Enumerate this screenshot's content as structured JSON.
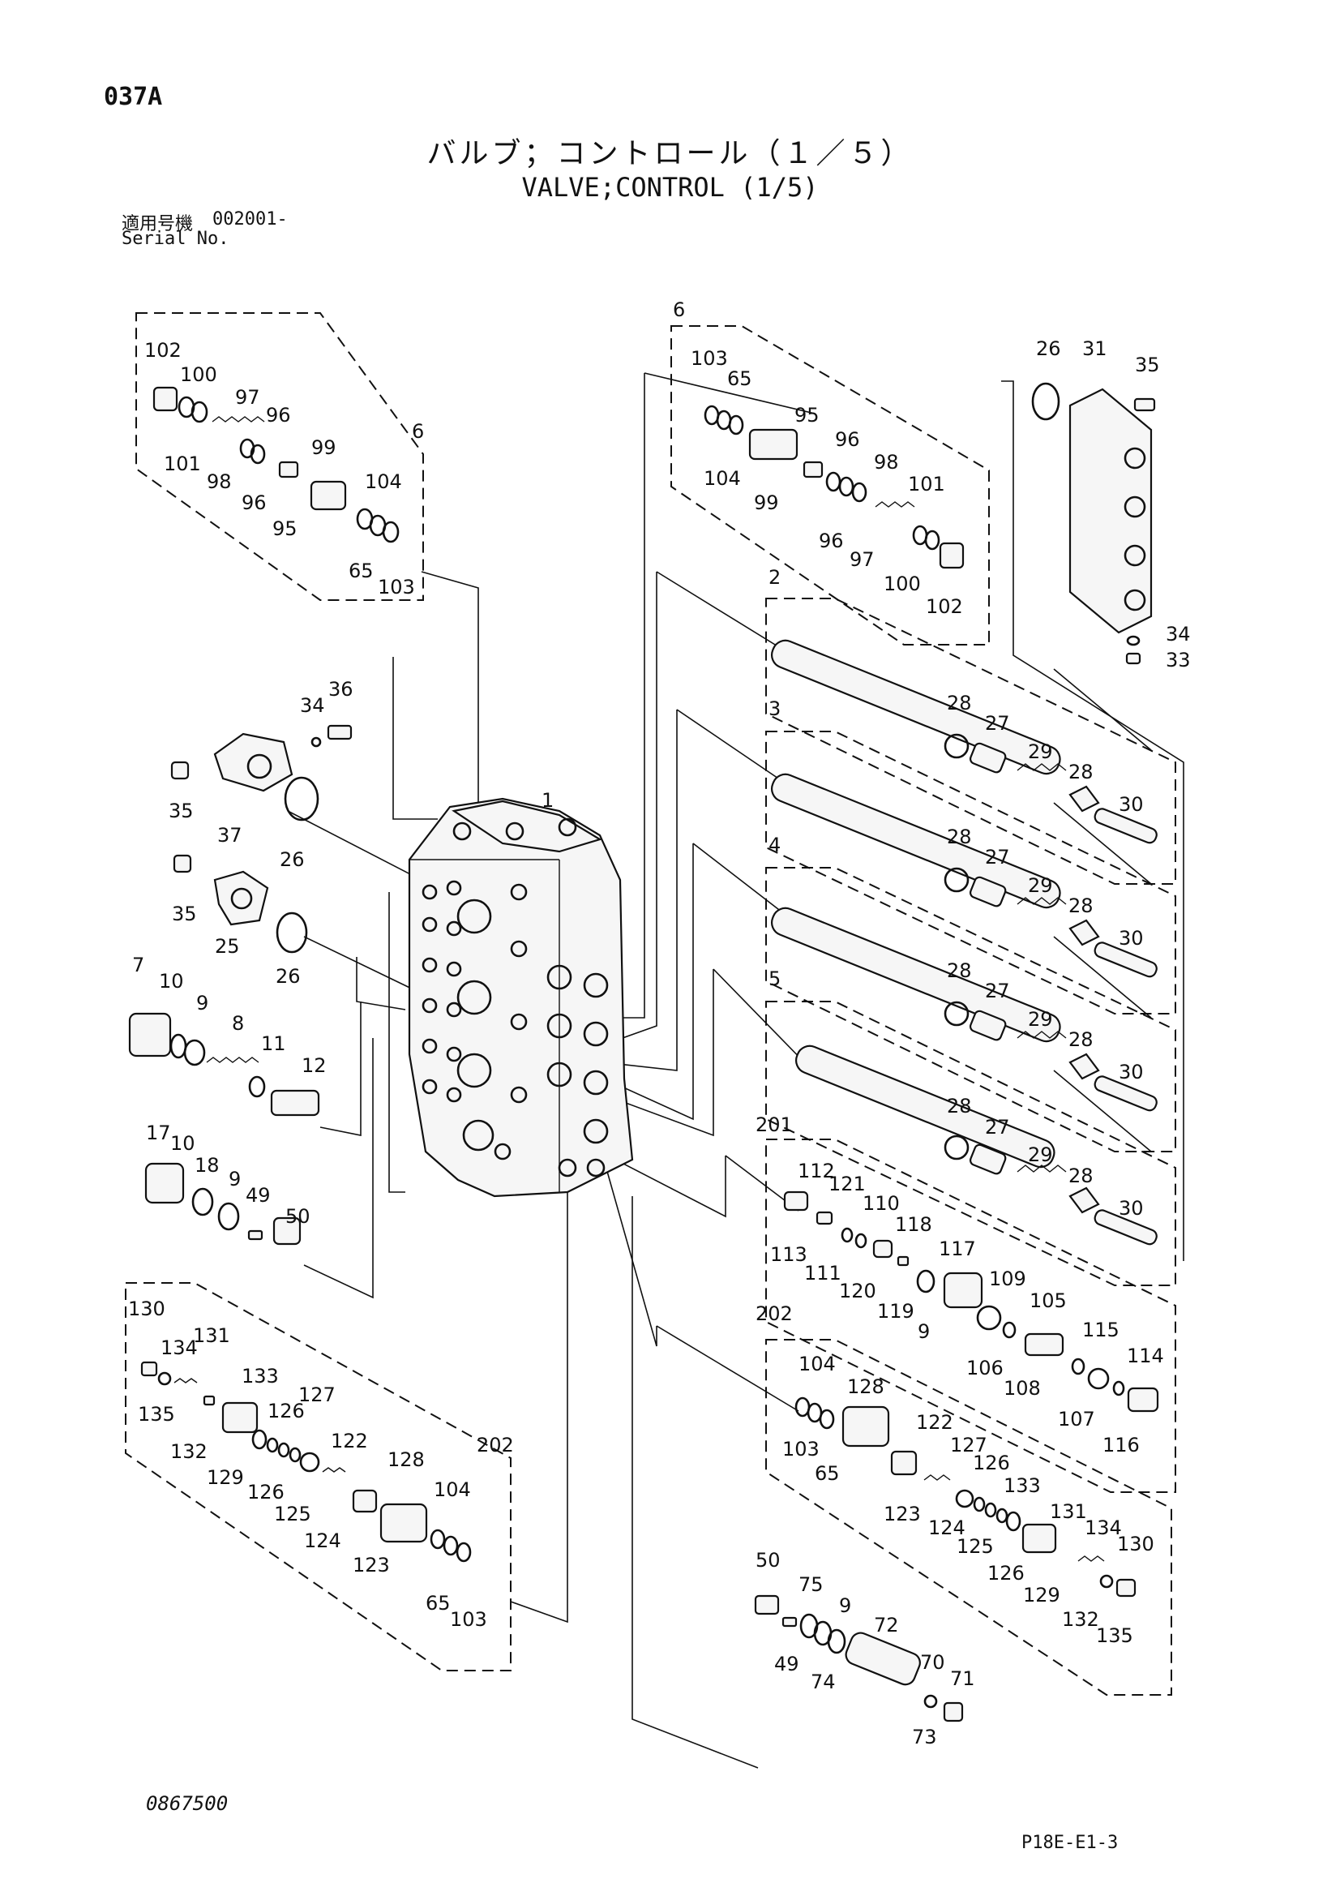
{
  "header": {
    "page_code": "037A",
    "title_jp": "バルブ；コントロール（１／５）",
    "title_en": "VALVE;CONTROL (1/5)",
    "serial_label_jp": "適用号機",
    "serial_number": "002001-",
    "serial_label_en": "Serial No."
  },
  "footer": {
    "drawing_number": "0867500",
    "page_ref": "P18E-E1-3"
  },
  "callouts": {
    "c1": "1",
    "c2": "2",
    "c3": "3",
    "c4": "4",
    "c5": "5",
    "c6": "6",
    "c7": "7",
    "c8": "8",
    "c9": "9",
    "c10": "10",
    "c11": "11",
    "c12": "12",
    "c17": "17",
    "c18": "18",
    "c25": "25",
    "c26": "26",
    "c27": "27",
    "c28": "28",
    "c29": "29",
    "c30": "30",
    "c31": "31",
    "c33": "33",
    "c34": "34",
    "c35": "35",
    "c36": "36",
    "c37": "37",
    "c49": "49",
    "c50": "50",
    "c65": "65",
    "c70": "70",
    "c71": "71",
    "c72": "72",
    "c73": "73",
    "c74": "74",
    "c75": "75",
    "c95": "95",
    "c96": "96",
    "c97": "97",
    "c98": "98",
    "c99": "99",
    "c100": "100",
    "c101": "101",
    "c102": "102",
    "c103": "103",
    "c104": "104",
    "c105": "105",
    "c106": "106",
    "c107": "107",
    "c108": "108",
    "c109": "109",
    "c110": "110",
    "c111": "111",
    "c112": "112",
    "c113": "113",
    "c114": "114",
    "c115": "115",
    "c116": "116",
    "c117": "117",
    "c118": "118",
    "c119": "119",
    "c120": "120",
    "c121": "121",
    "c122": "122",
    "c123": "123",
    "c124": "124",
    "c125": "125",
    "c126": "126",
    "c127": "127",
    "c128": "128",
    "c129": "129",
    "c130": "130",
    "c131": "131",
    "c132": "132",
    "c133": "133",
    "c134": "134",
    "c135": "135",
    "c201": "201",
    "c202": "202"
  }
}
